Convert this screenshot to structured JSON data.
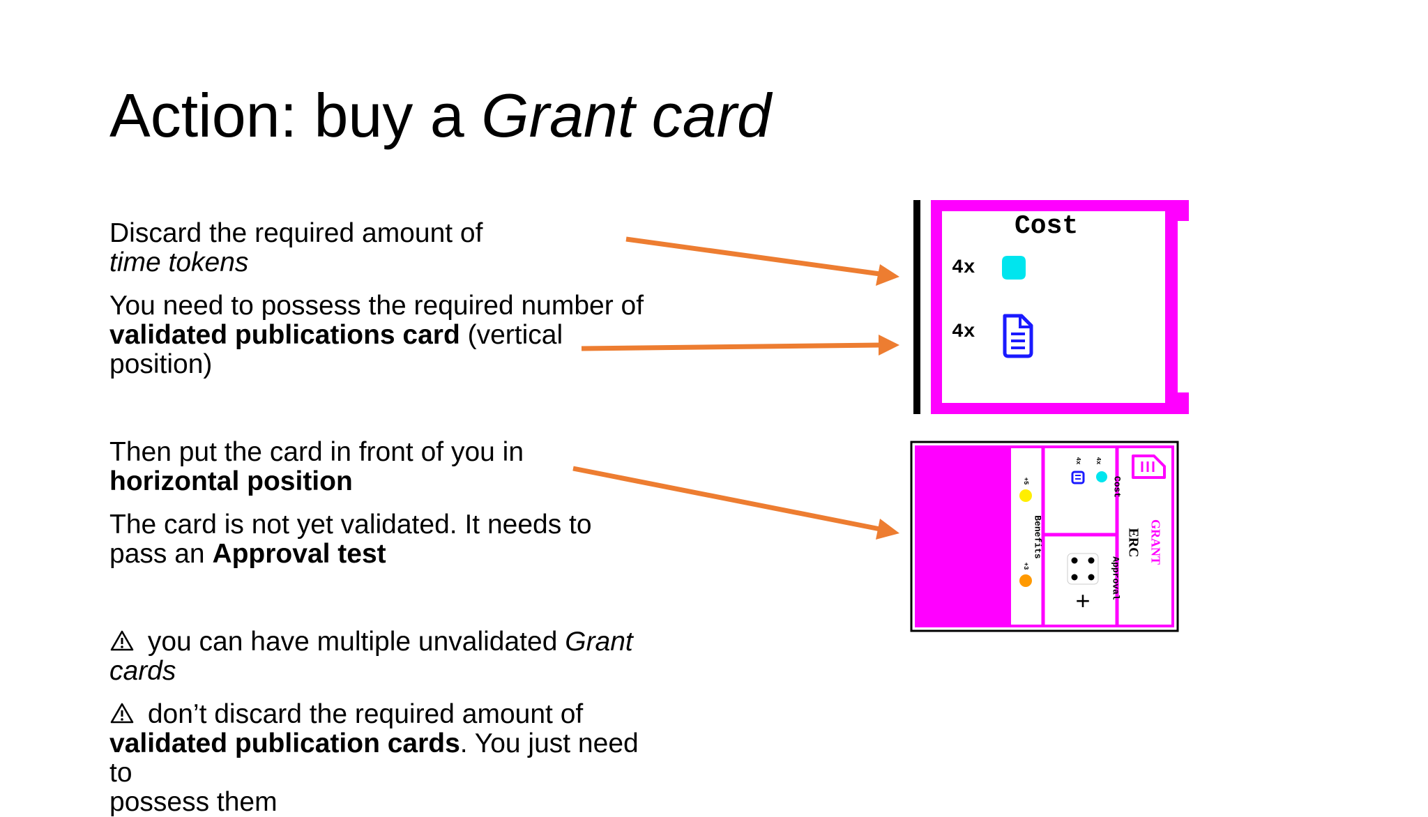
{
  "title_plain": "Action: buy a ",
  "title_italic": "Grant card",
  "p1_line1": "Discard the required amount of",
  "p1_italic": "time tokens",
  "p2_line1": "You need to possess the required number of",
  "p2_bold": "validated publications card",
  "p2_rest": " (vertical",
  "p2_line3": "position)",
  "p3_line1": "Then put the card in front of you in",
  "p3_bold": "horizontal position",
  "p4_line1": "The card is not yet validated. It needs to",
  "p4_prefix": "pass an ",
  "p4_bold": "Approval test",
  "w1_text": " you can have multiple unvalidated ",
  "w1_italic1": "Grant",
  "w1_italic2": "cards",
  "w2_text": " don’t discard the required amount of",
  "w2_bold": "validated publication cards",
  "w2_rest": ". You just need to",
  "w2_line3": "possess them",
  "card_top": {
    "header": "Cost",
    "qty_time": "4x",
    "qty_pub": "4x"
  },
  "card_bottom": {
    "grant_label": "GRANT",
    "erc_label": "ERC",
    "cost_label": "Cost",
    "qty_time": "4x",
    "qty_pub": "4x",
    "approval_label": "Approval",
    "approval_symbol": "+",
    "benefits_label": "Benefits",
    "benefit_1": "+5",
    "benefit_2": "+3"
  },
  "colors": {
    "magenta": "#ff00ff",
    "arrow": "#ed7d31",
    "cyan": "#00e5ee",
    "doc_blue": "#1a1aff",
    "yellow": "#ffee00",
    "orange": "#ff9900"
  },
  "icons": {
    "warning": "warning-icon",
    "time_token": "time-token-icon",
    "publication": "publication-icon",
    "dice": "dice-four-icon"
  }
}
